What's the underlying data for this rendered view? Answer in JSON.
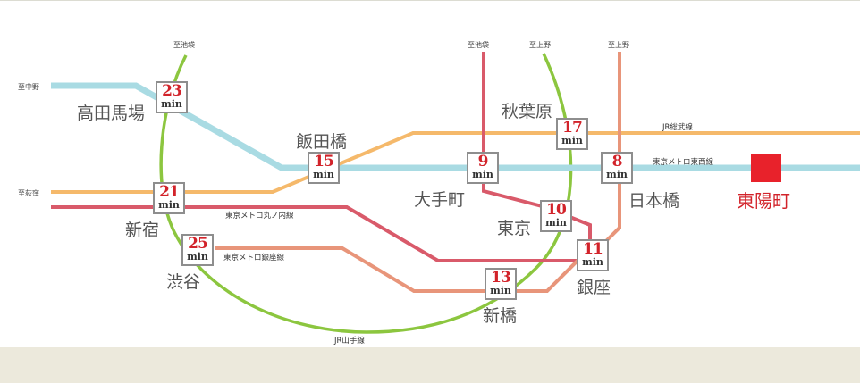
{
  "colors": {
    "tozai": "#a9dbe3",
    "sobu": "#f5b96b",
    "marunouchi": "#d95a6a",
    "ginza": "#e8957a",
    "hibiya_line": "#e8957a",
    "yamanote": "#8cc63f",
    "badge_number": "#d2232a",
    "destination": "#e8222b",
    "footer": "#ece9dc"
  },
  "destination": {
    "name": "東陽町"
  },
  "stations": [
    {
      "id": "takadanobaba",
      "name": "高田馬場",
      "minutes": "23",
      "unit": "min"
    },
    {
      "id": "shinjuku",
      "name": "新宿",
      "minutes": "21",
      "unit": "min"
    },
    {
      "id": "shibuya",
      "name": "渋谷",
      "minutes": "25",
      "unit": "min"
    },
    {
      "id": "iidabashi",
      "name": "飯田橋",
      "minutes": "15",
      "unit": "min"
    },
    {
      "id": "otemachi",
      "name": "大手町",
      "minutes": "9",
      "unit": "min"
    },
    {
      "id": "akihabara",
      "name": "秋葉原",
      "minutes": "17",
      "unit": "min"
    },
    {
      "id": "nihonbashi",
      "name": "日本橋",
      "minutes": "8",
      "unit": "min"
    },
    {
      "id": "tokyo",
      "name": "東京",
      "minutes": "10",
      "unit": "min"
    },
    {
      "id": "ginza",
      "name": "銀座",
      "minutes": "11",
      "unit": "min"
    },
    {
      "id": "shimbashi",
      "name": "新橋",
      "minutes": "13",
      "unit": "min"
    }
  ],
  "direction_labels": {
    "nakano": "至中野",
    "ogikubo": "至荻窪",
    "ikebukuro_yamanote": "至池袋",
    "ikebukuro_marunouchi": "至池袋",
    "ueno_yamanote": "至上野",
    "ueno_hibiya": "至上野"
  },
  "line_labels": {
    "sobu": "JR総武線",
    "tozai": "東京メトロ東西線",
    "marunouchi": "東京メトロ丸ノ内線",
    "ginza": "東京メトロ銀座線",
    "yamanote": "JR山手線"
  }
}
